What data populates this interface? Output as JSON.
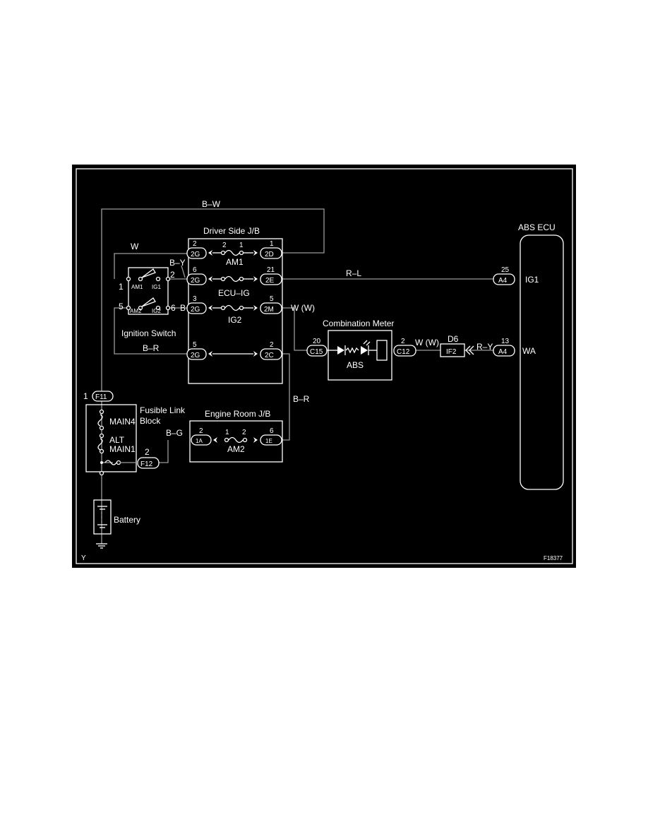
{
  "diagram": {
    "figure_id": "F18377",
    "corner_mark": "Y",
    "components": {
      "driver_jb": {
        "label": "Driver Side J/B"
      },
      "engine_jb": {
        "label": "Engine Room J/B"
      },
      "ignition_switch": {
        "label": "Ignition Switch",
        "contacts": [
          "AM1",
          "IG1",
          "AM2",
          "IG2"
        ],
        "pins": [
          "1",
          "2",
          "5",
          "6"
        ]
      },
      "fusible_link": {
        "label_line1": "Fusible Link",
        "label_line2": "Block",
        "fuses": [
          "MAIN4",
          "ALT",
          "MAIN1"
        ]
      },
      "battery": {
        "label": "Battery"
      },
      "combination_meter": {
        "label": "Combination Meter",
        "indicator": "ABS"
      },
      "abs_ecu": {
        "label": "ABS ECU",
        "terminals": [
          "IG1",
          "WA"
        ]
      }
    },
    "fuses": {
      "am1": {
        "label": "AM1",
        "pin_left": "2",
        "pin_right": "1"
      },
      "ecu_ig": {
        "label": "ECU–IG"
      },
      "ig2": {
        "label": "IG2"
      },
      "am2": {
        "label": "AM2",
        "pin_left": "1",
        "pin_right": "2"
      }
    },
    "connectors": {
      "2G_am1": {
        "id": "2G",
        "pin": "2"
      },
      "2D": {
        "id": "2D",
        "pin": "1"
      },
      "2G_ecu": {
        "id": "2G",
        "pin": "6"
      },
      "2E": {
        "id": "2E",
        "pin": "21"
      },
      "2G_ig2": {
        "id": "2G",
        "pin": "3"
      },
      "2M": {
        "id": "2M",
        "pin": "5"
      },
      "2G_br": {
        "id": "2G",
        "pin": "5"
      },
      "2C": {
        "id": "2C",
        "pin": "2"
      },
      "1A": {
        "id": "1A",
        "pin": "2"
      },
      "1E": {
        "id": "1E",
        "pin": "6"
      },
      "F11": {
        "id": "F11",
        "pin": "1"
      },
      "F12": {
        "id": "F12",
        "pin": "2"
      },
      "C15": {
        "id": "C15",
        "pin": "20"
      },
      "C12": {
        "id": "C12",
        "pin": "2"
      },
      "IF2": {
        "id": "IF2",
        "pin": "D6"
      },
      "A4_ig1": {
        "id": "A4",
        "pin": "25"
      },
      "A4_wa": {
        "id": "A4",
        "pin": "13"
      }
    },
    "wires": {
      "bw": "B–W",
      "w": "W",
      "by": "B–Y",
      "b": "B",
      "br_top": "B–R",
      "br_right": "B–R",
      "bg": "B–G",
      "rl": "R–L",
      "ww_top": "W (W)",
      "ww_meter": "W (W)",
      "ry": "R–Y"
    }
  }
}
